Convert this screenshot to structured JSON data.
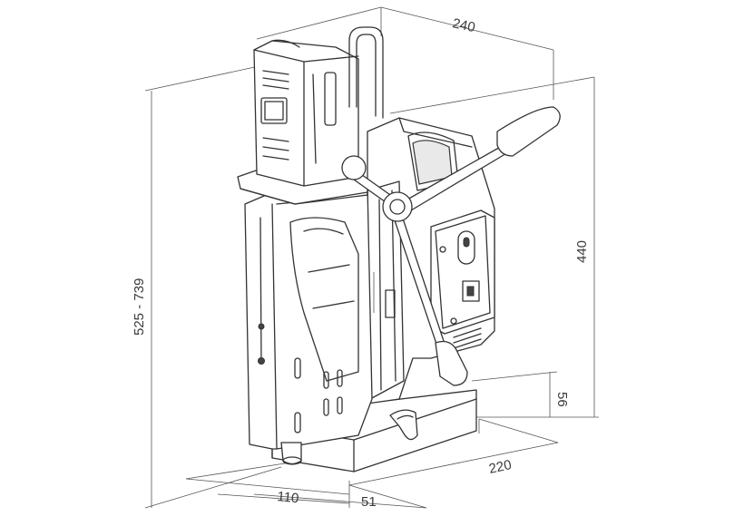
{
  "dimensions": {
    "top_depth": "240",
    "right_height": "440",
    "left_height": "525 - 739",
    "base_height": "56",
    "base_length": "220",
    "front_width": "110",
    "offset": "51"
  }
}
